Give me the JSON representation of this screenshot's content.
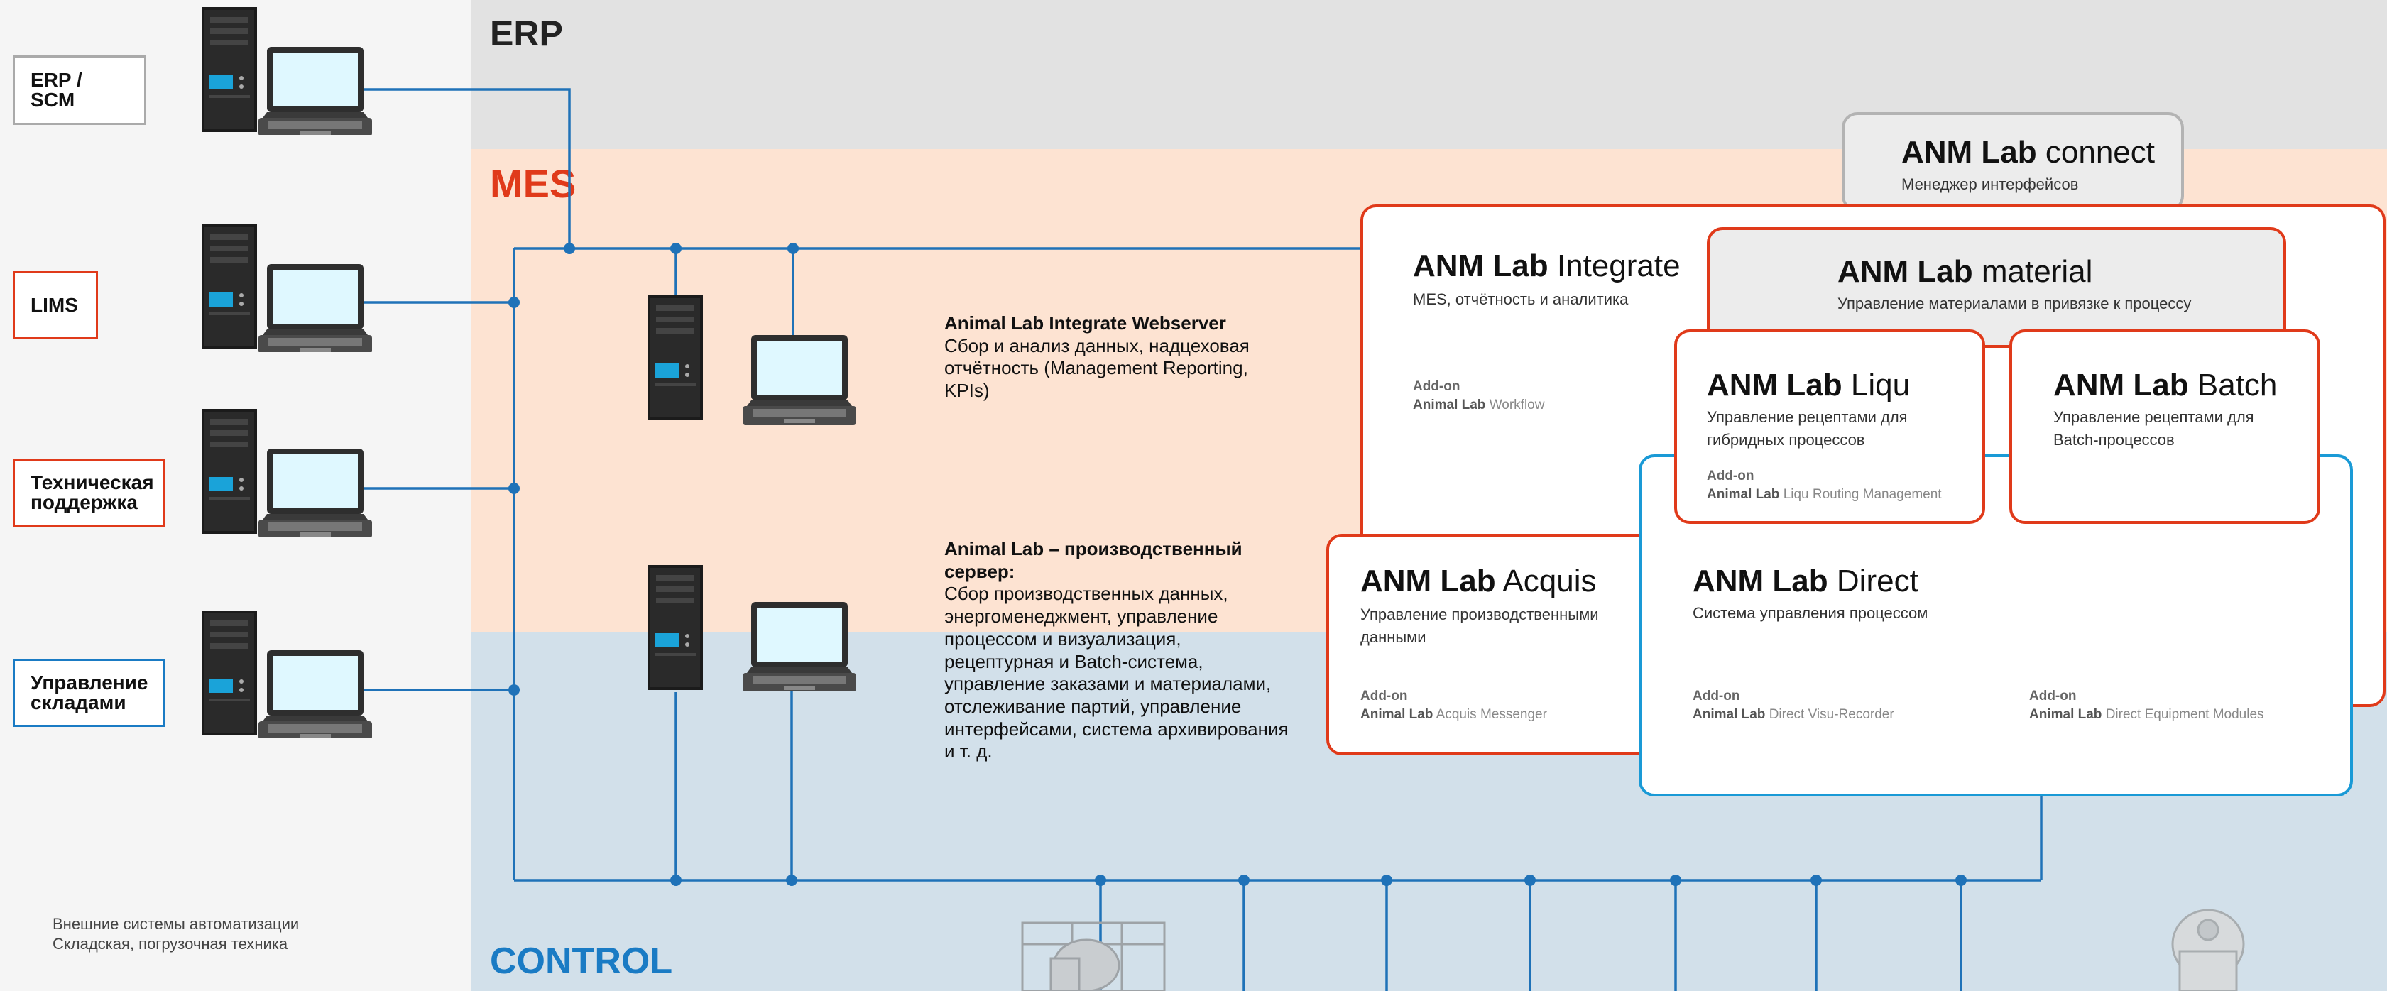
{
  "zones": {
    "erp": "ERP",
    "mes": "MES",
    "control": "CONTROL"
  },
  "external_systems": [
    {
      "label": "ERP / SCM"
    },
    {
      "label": "LIMS"
    },
    {
      "label": "Техническая поддержка"
    },
    {
      "label": "Управление складами"
    }
  ],
  "servers": {
    "webserver": {
      "title": "Animal Lab Integrate Webserver",
      "description": "Сбор и анализ данных, надцеховая отчётность (Management Reporting, KPIs)"
    },
    "production": {
      "title": "Animal Lab – производственный сервер:",
      "description": "Сбор производственных данных, энергоменеджмент, управление процессом и визуализация, рецептурная и Batch-система, управление заказами и материалами, отслеживание партий, управление интерфейсами, система архивирования и т. д."
    }
  },
  "modules": {
    "connect": {
      "brand": "ANM Lab",
      "name": "connect",
      "subtitle": "Менеджер интерфейсов"
    },
    "integrate": {
      "brand": "ANM Lab",
      "name": "Integrate",
      "subtitle": "MES, отчётность и аналитика",
      "addon_label": "Add-on",
      "addon_brand": "Animal Lab",
      "addon_name": "Workflow"
    },
    "material": {
      "brand": "ANM Lab",
      "name": "material",
      "subtitle": "Управление материалами в привязке к процессу"
    },
    "liqu": {
      "brand": "ANM Lab",
      "name": "Liqu",
      "subtitle": "Управление рецептами для гибридных процессов",
      "addon_label": "Add-on",
      "addon_brand": "Animal Lab",
      "addon_name": "Liqu Routing Management"
    },
    "batch": {
      "brand": "ANM Lab",
      "name": "Batch",
      "subtitle": "Управление рецептами для Batch-процессов"
    },
    "acquis": {
      "brand": "ANM Lab",
      "name": "Acquis",
      "subtitle": "Управление производственными данными",
      "addon_label": "Add-on",
      "addon_brand": "Animal Lab",
      "addon_name": "Acquis Messenger"
    },
    "direct": {
      "brand": "ANM Lab",
      "name": "Direct",
      "subtitle": "Система управления процессом",
      "addon1_label": "Add-on",
      "addon1_brand": "Animal Lab",
      "addon1_name": "Direct Visu-Recorder",
      "addon2_label": "Add-on",
      "addon2_brand": "Animal Lab",
      "addon2_name": "Direct Equipment Modules"
    }
  },
  "footer": {
    "line1": "Внешние системы автоматизации",
    "line2": "Складская, погрузочная техника"
  },
  "colors": {
    "erp_band": "#e2e2e2",
    "mes_band": "#fde3d2",
    "control_band": "#d2e0ea",
    "mes_red": "#e03a1a",
    "control_blue": "#1a7bc4",
    "wire_blue": "#1f72b8"
  },
  "icons": [
    "workstation-icon",
    "tower-server-icon",
    "laptop-icon",
    "machinery-icon"
  ]
}
